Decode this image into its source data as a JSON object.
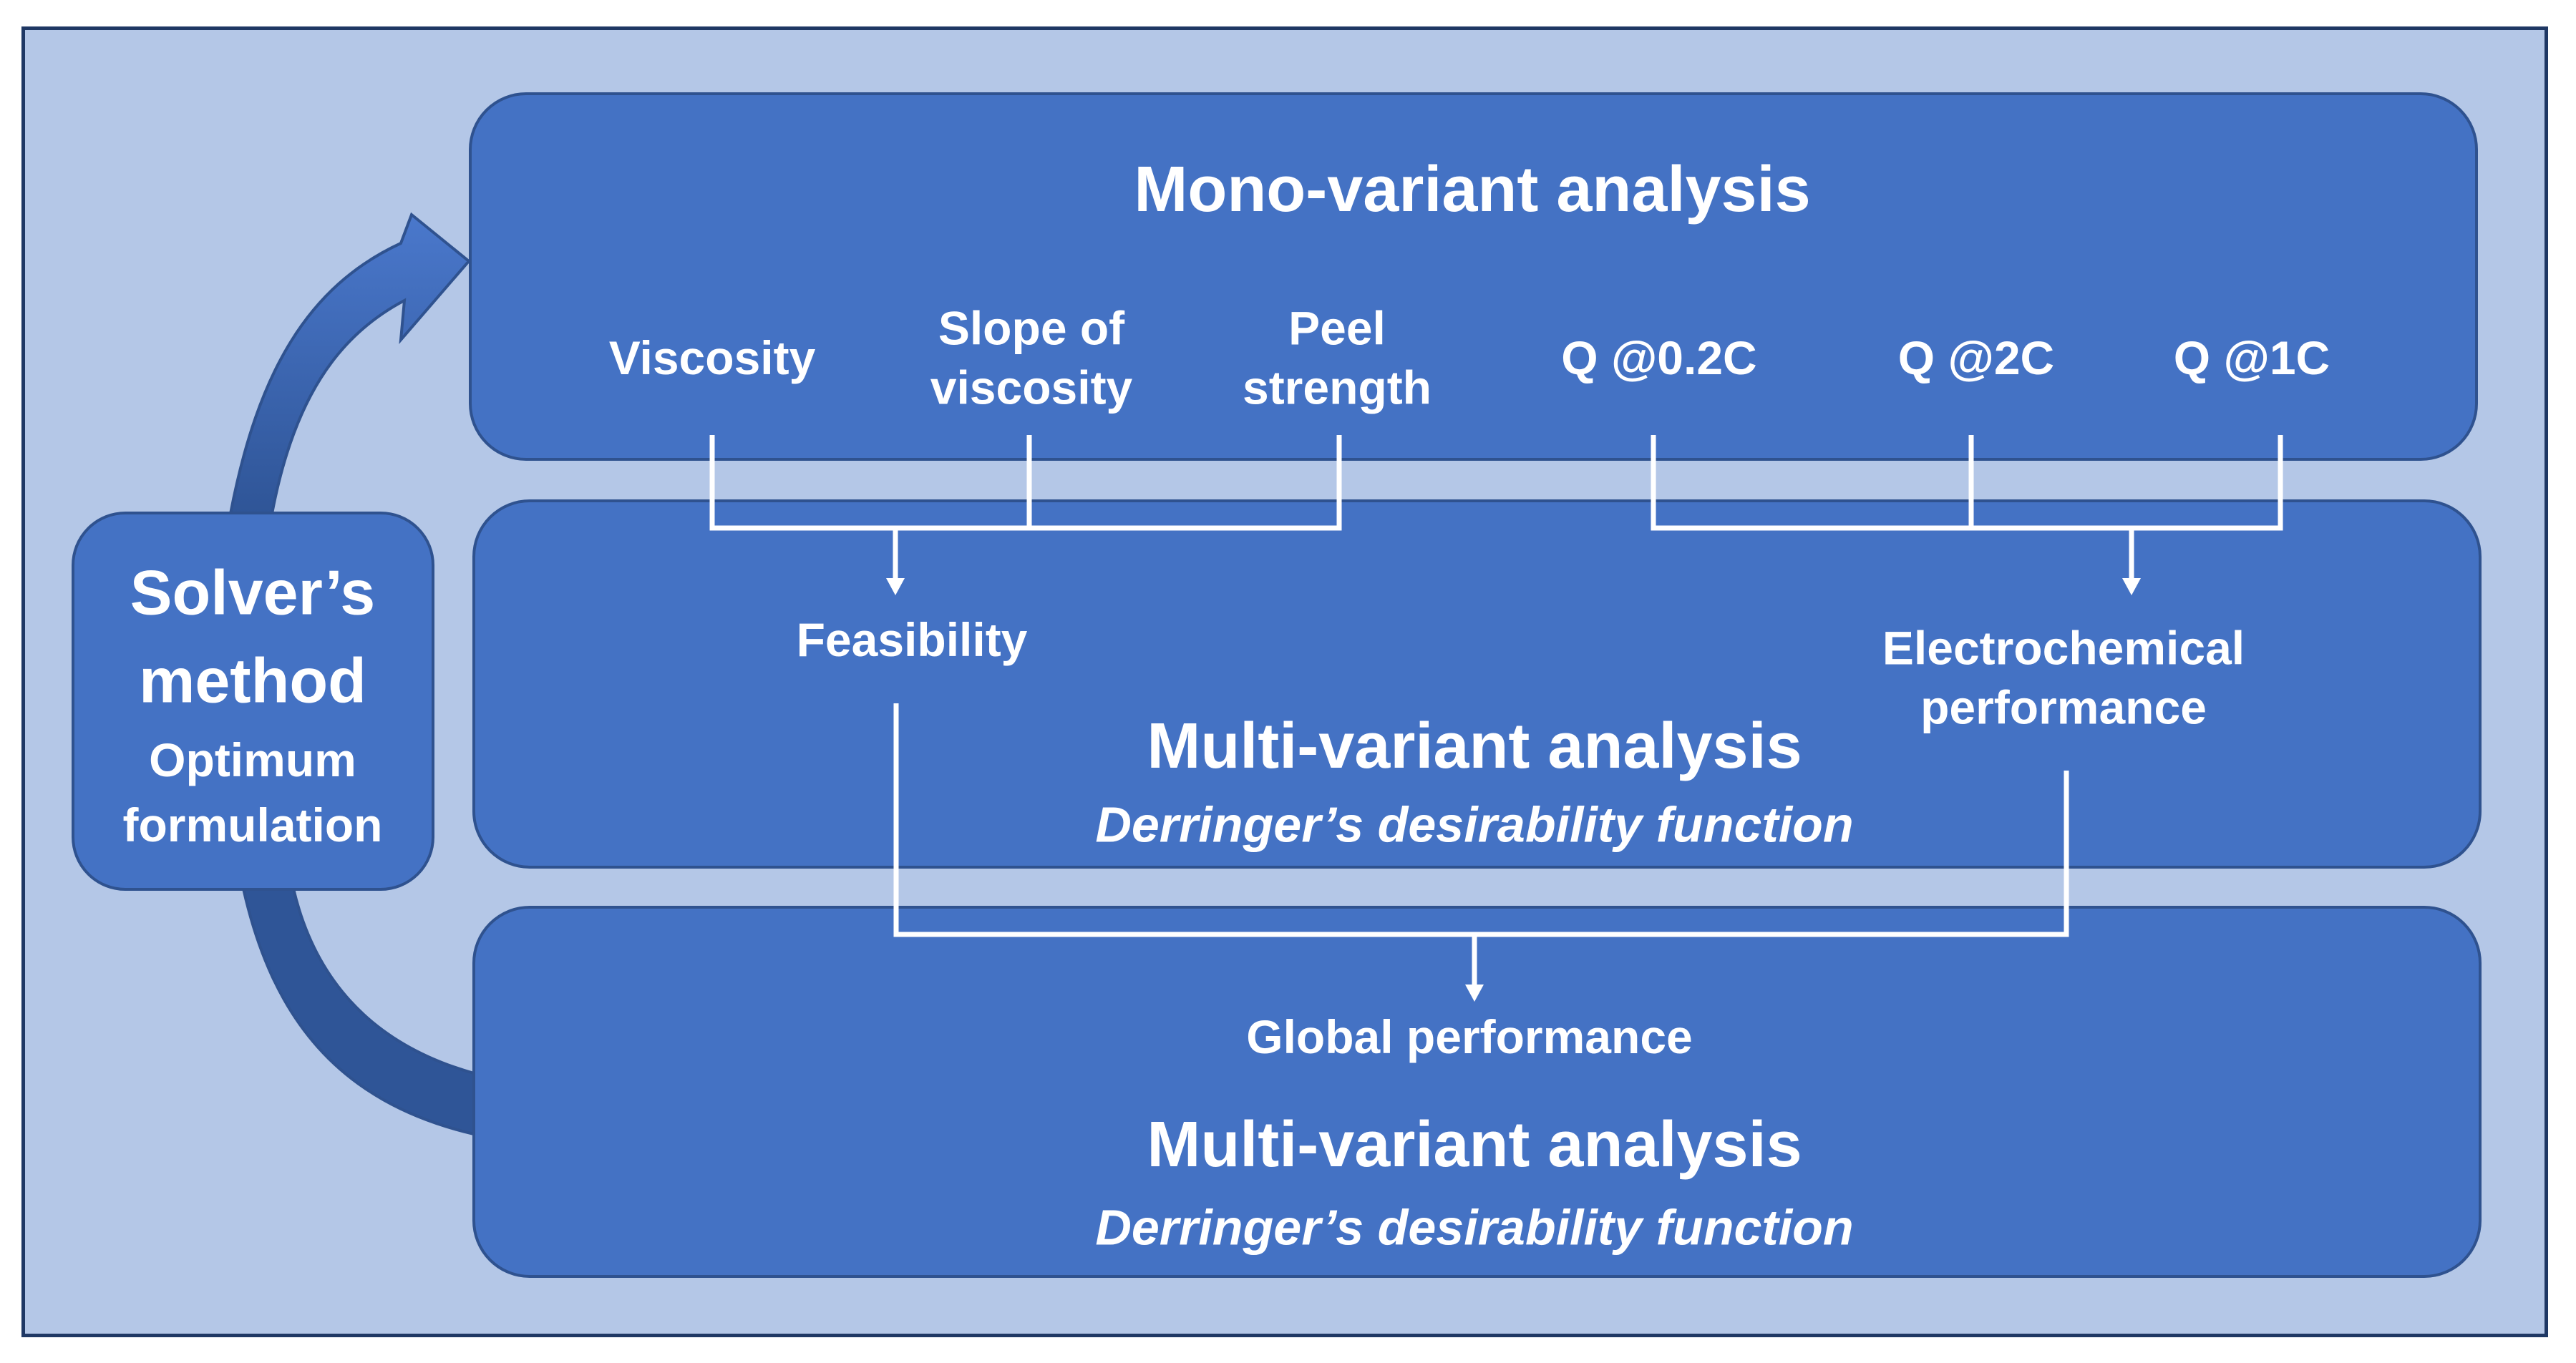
{
  "solver": {
    "title_line1": "Solver’s",
    "title_line2": "method",
    "subtitle_line1": "Optimum",
    "subtitle_line2": "formulation"
  },
  "mono": {
    "title": "Mono-variant analysis",
    "variables": [
      {
        "line1": "Viscosity",
        "line2": ""
      },
      {
        "line1": "Slope of",
        "line2": "viscosity"
      },
      {
        "line1": "Peel",
        "line2": "strength"
      },
      {
        "line1": "Q @0.2C",
        "line2": ""
      },
      {
        "line1": "Q @2C",
        "line2": ""
      },
      {
        "line1": "Q @1C",
        "line2": ""
      }
    ]
  },
  "multi1": {
    "feasibility": "Feasibility",
    "electro_line1": "Electrochemical",
    "electro_line2": "performance",
    "title": "Multi-variant analysis",
    "subtitle": "Derringer’s desirability function"
  },
  "multi2": {
    "global": "Global performance",
    "title": "Multi-variant analysis",
    "subtitle": "Derringer’s desirability function"
  },
  "colors": {
    "panel": "#4472c4",
    "panel_border": "#2f528f",
    "background": "#b4c7e7",
    "frame_border": "#1f3864",
    "text": "#ffffff"
  }
}
